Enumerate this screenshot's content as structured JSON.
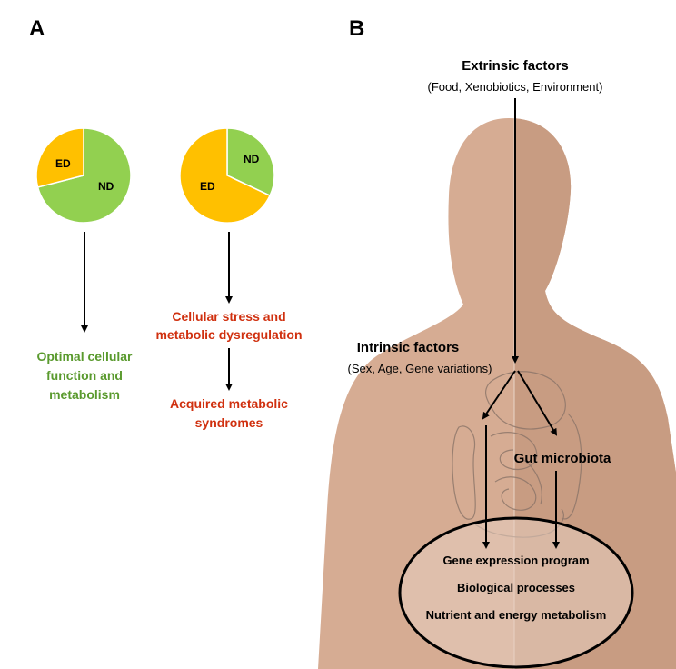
{
  "panel_a": {
    "letter": "A",
    "pie1": {
      "labels": [
        "ED",
        "ND"
      ],
      "values": [
        0.29,
        0.71
      ]
    },
    "pie2": {
      "labels": [
        "ED",
        "ND"
      ],
      "values": [
        0.68,
        0.32
      ]
    },
    "outcome1_line1": "Optimal cellular",
    "outcome1_line2": "function and",
    "outcome1_line3": "metabolism",
    "stress_line1": "Cellular stress and",
    "stress_line2": "metabolic dysregulation",
    "syndrome_line1": "Acquired metabolic",
    "syndrome_line2": "syndromes"
  },
  "panel_b": {
    "letter": "B",
    "extrinsic_title": "Extrinsic factors",
    "extrinsic_detail": "(Food,  Xenobiotics,  Environment)",
    "intrinsic_title": "Intrinsic factors",
    "intrinsic_detail": "(Sex,  Age,  Gene variations)",
    "microbiota": "Gut microbiota",
    "outcomes": [
      "Gene expression program",
      "Biological processes",
      "Nutrient and energy metabolism"
    ]
  },
  "colors": {
    "ed": "#ffc000",
    "nd": "#92d050",
    "green_text": "#5a9a2e",
    "red_text": "#d0300f",
    "body_light": "#d6a98f",
    "body_dark": "#c99c82"
  }
}
